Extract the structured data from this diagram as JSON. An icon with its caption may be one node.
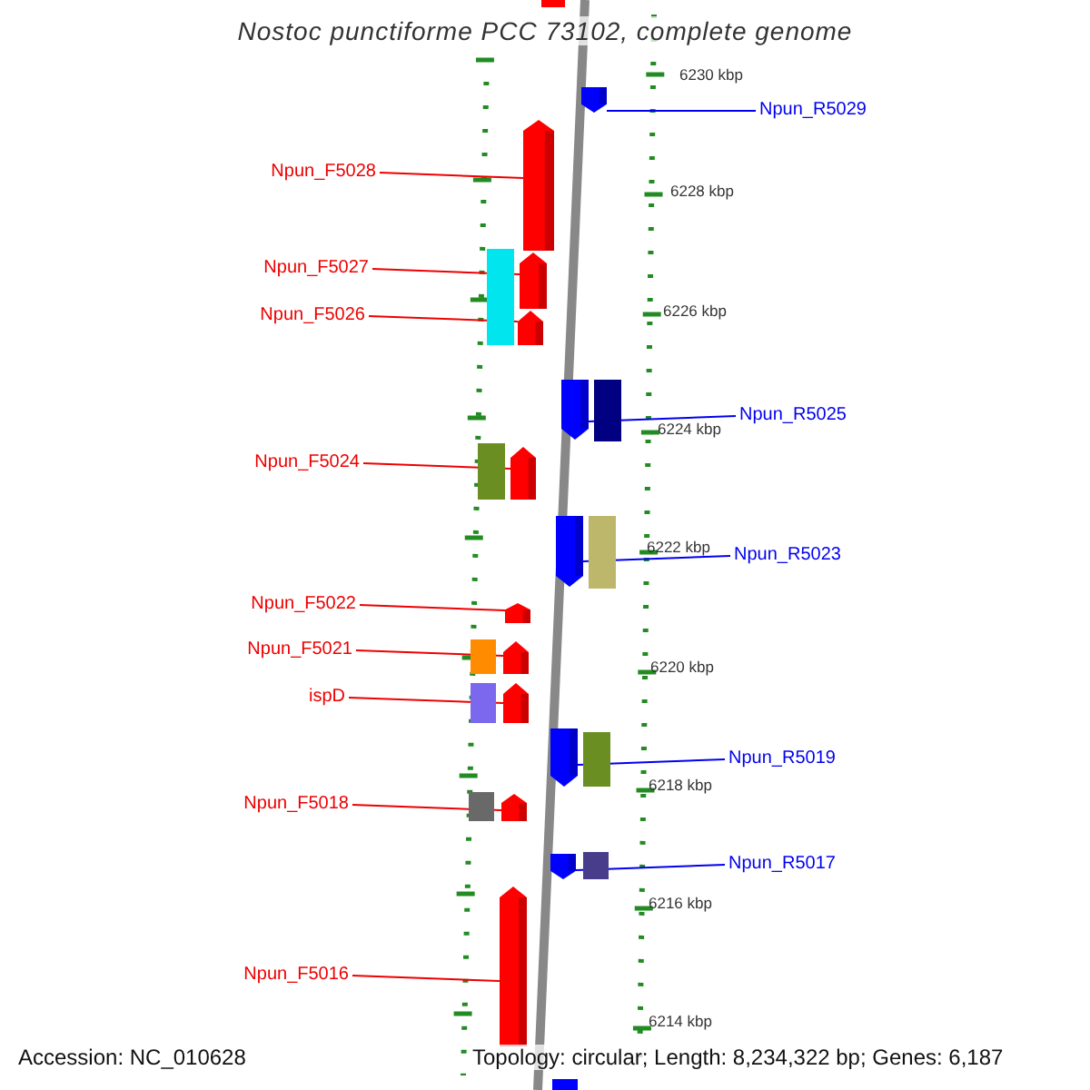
{
  "diagram": {
    "title": "Nostoc punctiforme PCC 73102, complete genome",
    "nodes": [
      {
        "text": [
          "Npun_R5029"
        ]
      },
      {
        "text": [
          "Npun_F5028"
        ]
      },
      {
        "text": [
          "Npun_F5027"
        ]
      },
      {
        "text": [
          "Npun_F5026"
        ]
      },
      {
        "text": [
          "Npun_R5025"
        ]
      },
      {
        "text": [
          "Npun_F5024"
        ]
      },
      {
        "text": [
          "Npun_R5023"
        ]
      },
      {
        "text": [
          "Npun_F5022"
        ]
      },
      {
        "text": [
          "Npun_F5021"
        ]
      },
      {
        "text": [
          "ispD"
        ]
      },
      {
        "text": [
          "Npun_R5019"
        ]
      },
      {
        "text": [
          "Npun_F5018"
        ]
      },
      {
        "text": [
          "Npun_R5017"
        ]
      },
      {
        "text": [
          "Npun_F5016"
        ]
      },
      {
        "text": [],
        "shape": "bar"
      },
      {
        "text": [],
        "shape": "bar"
      },
      {
        "text": [],
        "shape": "bar"
      },
      {
        "text": [],
        "shape": "bar"
      },
      {
        "text": [],
        "shape": "bar"
      },
      {
        "text": [],
        "shape": "bar"
      },
      {
        "text": [],
        "shape": "bar"
      },
      {
        "text": [],
        "shape": "bar"
      },
      {
        "text": [],
        "shape": "bar"
      },
      {
        "text": [],
        "shape": "bar"
      },
      {
        "text": [],
        "shape": "bar"
      },
      {
        "text": [],
        "shape": "bar"
      },
      {
        "text": [],
        "shape": "bar"
      },
      {
        "text": [],
        "shape": "bar"
      }
    ],
    "edges": [
      {
        "from": 0,
        "to": 14,
        "arrow": "none",
        "color": "#0000ee"
      },
      {
        "from": 1,
        "to": 15,
        "arrow": "none"
      },
      {
        "from": 2,
        "to": 16,
        "arrow": "none"
      },
      {
        "from": 3,
        "to": 17,
        "arrow": "none"
      },
      {
        "from": 4,
        "to": 18,
        "arrow": "none",
        "color": "#0000ee"
      },
      {
        "from": 5,
        "to": 19,
        "arrow": "none"
      },
      {
        "from": 6,
        "to": 20,
        "arrow": "none",
        "color": "#0000ee"
      },
      {
        "from": 7,
        "to": 21,
        "arrow": "none"
      },
      {
        "from": 8,
        "to": 22,
        "arrow": "none"
      },
      {
        "from": 9,
        "to": 23,
        "arrow": "none"
      },
      {
        "from": 10,
        "to": 24,
        "arrow": "none",
        "color": "#0000ee"
      },
      {
        "from": 11,
        "to": 25,
        "arrow": "none"
      },
      {
        "from": 12,
        "to": 26,
        "arrow": "none",
        "color": "#0000ee"
      },
      {
        "from": 13,
        "to": 27,
        "arrow": "none"
      }
    ],
    "labels": [
      "6230 kbp",
      "6228 kbp",
      "6226 kbp",
      "6224 kbp",
      "6222 kbp",
      "6220 kbp",
      "6218 kbp",
      "6216 kbp",
      "6214 kbp",
      "Accession: NC_010628",
      "Topology: circular; Length: 8,234,322 bp; Genes: 6,187"
    ]
  }
}
